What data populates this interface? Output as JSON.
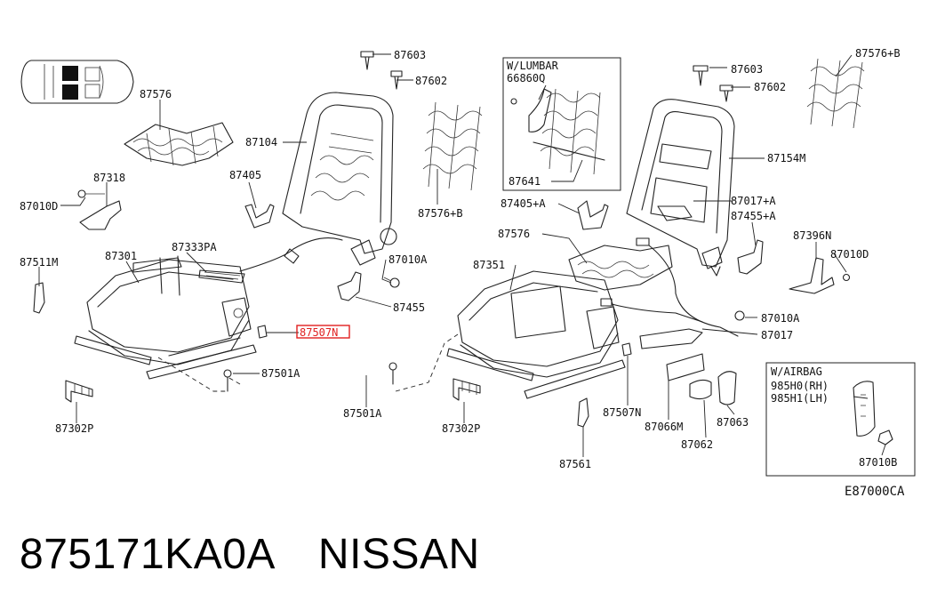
{
  "diagram_code": "E87000CA",
  "footer": {
    "part_number": "875171KA0A",
    "brand": "NISSAN"
  },
  "callouts": {
    "c87603_l": "87603",
    "c87602_l": "87602",
    "c87576": "87576",
    "c87104": "87104",
    "c87318": "87318",
    "c87010D_l": "87010D",
    "c87405": "87405",
    "c87333PA": "87333PA",
    "c87301": "87301",
    "c87511M": "87511M",
    "c87010A_l": "87010A",
    "c87455": "87455",
    "c87507N_l": "87507N",
    "c87501A_l": "87501A",
    "c87302P_l": "87302P",
    "lumbar_title": "W/LUMBAR",
    "c66860Q": "66860Q",
    "c87641": "87641",
    "c87576B_m": "87576+B",
    "c87405A": "87405+A",
    "c87576_m": "87576",
    "c87351": "87351",
    "c87501A_m": "87501A",
    "c87302P_m": "87302P",
    "c87561": "87561",
    "c87507N_m": "87507N",
    "c87066M": "87066M",
    "c87062": "87062",
    "c87063": "87063",
    "c87603_r": "87603",
    "c87602_r": "87602",
    "c87576B_r": "87576+B",
    "c87154M": "87154M",
    "c87017A": "87017+A",
    "c87455A": "87455+A",
    "c87396N": "87396N",
    "c87010D_r": "87010D",
    "c87010A_r": "87010A",
    "c87017": "87017",
    "airbag_title": "W/AIRBAG",
    "c985H0": "985H0(RH)",
    "c985H1": "985H1(LH)",
    "c87010B": "87010B"
  },
  "highlight_color": "#e02020"
}
